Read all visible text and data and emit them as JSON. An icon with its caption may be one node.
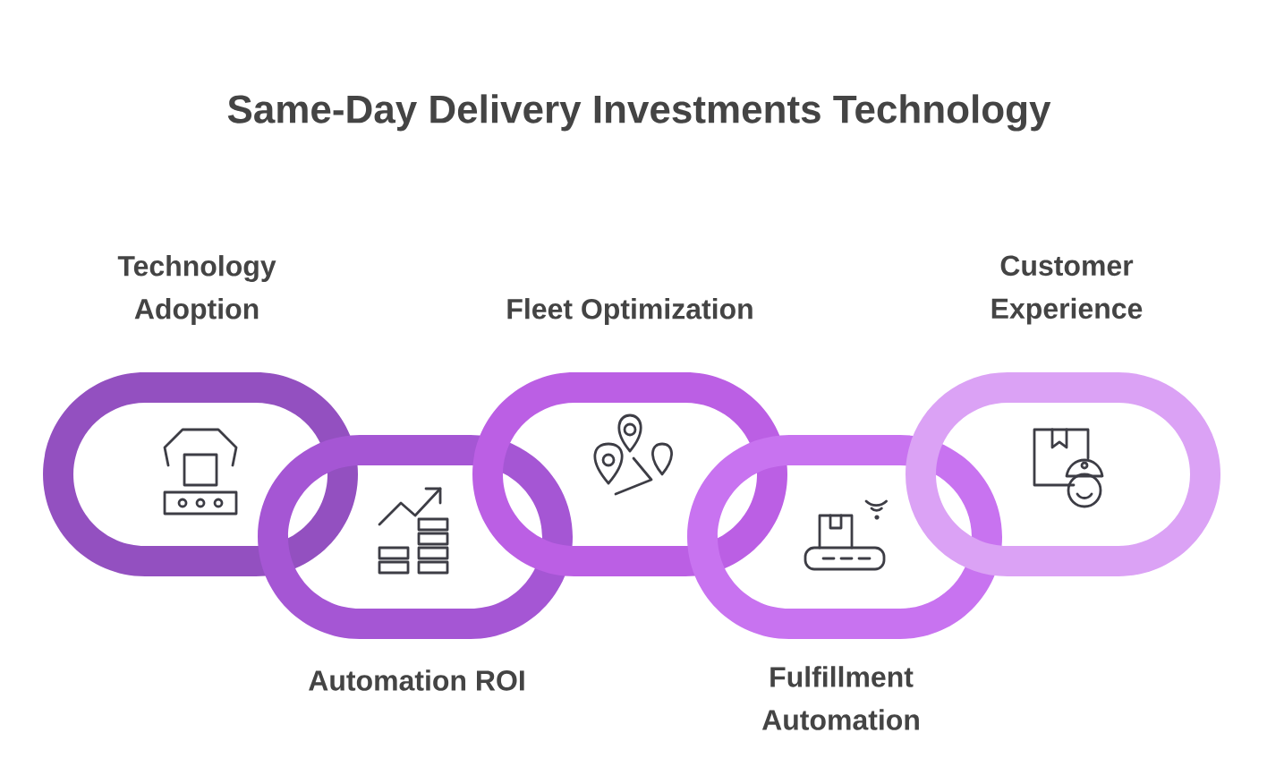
{
  "diagram": {
    "title": "Same-Day Delivery Investments Technology",
    "nodes": [
      {
        "text": [
          "Technology Adoption"
        ]
      },
      {
        "text": [
          "Automation ROI"
        ]
      },
      {
        "text": [
          "Fleet Optimization"
        ]
      },
      {
        "text": [
          "Fulfillment Automation"
        ]
      },
      {
        "text": [
          "Customer Experience"
        ]
      }
    ]
  }
}
